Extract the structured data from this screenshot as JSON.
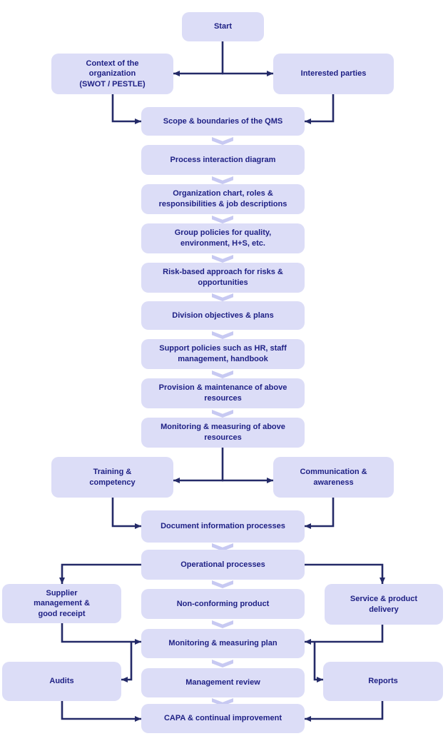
{
  "colors": {
    "node_fill": "#dcddf7",
    "chevron_fill": "#c7c9f2",
    "text": "#1f2185",
    "arrow": "#242a68",
    "background": "#ffffff"
  },
  "flowchart": {
    "nodes": {
      "start": {
        "label": "Start"
      },
      "context": {
        "label": "Context of the\norganization\n(SWOT / PESTLE)"
      },
      "interested_parties": {
        "label": "Interested parties"
      },
      "scope": {
        "label": "Scope & boundaries of the QMS"
      },
      "process_interaction": {
        "label": "Process interaction diagram"
      },
      "org_chart": {
        "label": "Organization chart, roles &\nresponsibilities & job descriptions"
      },
      "group_policies": {
        "label": "Group policies for quality,\nenvironment, H+S, etc."
      },
      "risk_based": {
        "label": "Risk-based approach for risks &\nopportunities"
      },
      "division_objectives": {
        "label": "Division objectives & plans"
      },
      "support_policies": {
        "label": "Support policies such as HR, staff\nmanagement, handbook"
      },
      "provision": {
        "label": "Provision & maintenance of above\nresources"
      },
      "monitoring_resources": {
        "label": "Monitoring & measuring of above\nresources"
      },
      "training": {
        "label": "Training &\ncompetency"
      },
      "communication": {
        "label": "Communication &\nawareness"
      },
      "doc_info": {
        "label": "Document information processes"
      },
      "operational": {
        "label": "Operational processes"
      },
      "supplier": {
        "label": "Supplier\nmanagement &\ngood receipt"
      },
      "non_conforming": {
        "label": "Non-conforming product"
      },
      "service_delivery": {
        "label": "Service & product\ndelivery"
      },
      "monitoring_plan": {
        "label": "Monitoring & measuring plan"
      },
      "audits": {
        "label": "Audits"
      },
      "management_review": {
        "label": "Management review"
      },
      "reports": {
        "label": "Reports"
      },
      "capa": {
        "label": "CAPA & continual improvement"
      }
    }
  }
}
